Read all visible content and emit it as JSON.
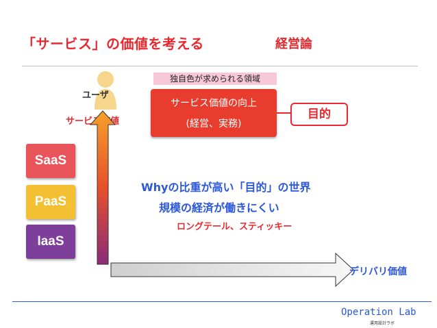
{
  "slide": {
    "title": "「サービス」の価値を考える",
    "subtitle": "経営論"
  },
  "user": {
    "label": "ユーザ",
    "service_value_label": "サービス価値"
  },
  "band": {
    "label": "独自色が求められる領域"
  },
  "red_box": {
    "line1": "サービス価値の向上",
    "line2": "(経営、実務)"
  },
  "purpose": {
    "label": "目的"
  },
  "stack": {
    "saas": "SaaS",
    "paas": "PaaS",
    "iaas": "IaaS"
  },
  "center_text": {
    "why": "Whyの比重が高い「目的」の世界",
    "scale": "規模の経済が働きにくい",
    "longtail": "ロングテール、スティッキー"
  },
  "axis": {
    "x_label": "デリバリ価値"
  },
  "footer": {
    "brand": "Operation Lab",
    "sub": "運用設計ラボ"
  },
  "colors": {
    "accent_red": "#e8282e",
    "accent_blue": "#2a58d8",
    "saas": "#e8545a",
    "paas": "#f2c032",
    "iaas": "#7e3f9a"
  }
}
